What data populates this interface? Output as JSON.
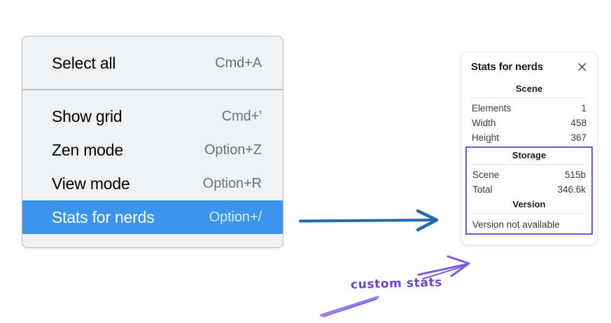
{
  "context_menu": {
    "groups": [
      {
        "items": [
          {
            "label": "Select all",
            "shortcut": "Cmd+A",
            "selected": false
          }
        ]
      },
      {
        "items": [
          {
            "label": "Show grid",
            "shortcut": "Cmd+'",
            "selected": false
          },
          {
            "label": "Zen mode",
            "shortcut": "Option+Z",
            "selected": false
          },
          {
            "label": "View mode",
            "shortcut": "Option+R",
            "selected": false
          },
          {
            "label": "Stats for nerds",
            "shortcut": "Option+/",
            "selected": true
          }
        ]
      }
    ],
    "highlight_color": "#3b95ee"
  },
  "stats_panel": {
    "title": "Stats for nerds",
    "close_icon": "close-icon",
    "sections": [
      {
        "header": "Scene",
        "rows": [
          {
            "key": "Elements",
            "value": "1"
          },
          {
            "key": "Width",
            "value": "458"
          },
          {
            "key": "Height",
            "value": "367"
          }
        ]
      },
      {
        "header": "Storage",
        "rows": [
          {
            "key": "Scene",
            "value": "515b"
          },
          {
            "key": "Total",
            "value": "346.6k"
          }
        ]
      },
      {
        "header": "Version",
        "text": "Version not available"
      }
    ],
    "highlight_box_color": "#7c4dde"
  },
  "annotations": {
    "blue_arrow": {
      "name": "blue-arrow",
      "color": "#1f6cb0"
    },
    "purple_label": {
      "text": "custom stats",
      "color": "#6b46d6"
    },
    "purple_arrow": {
      "name": "purple-arrow",
      "color": "#7c5ce0"
    }
  }
}
